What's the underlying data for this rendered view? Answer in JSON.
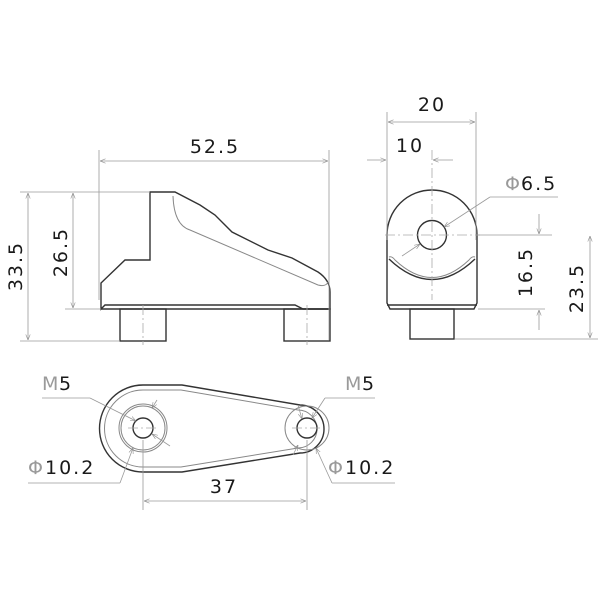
{
  "drawing": {
    "type": "technical-dimension-drawing",
    "units": "mm",
    "front_view": {
      "overall_length": "52.5",
      "overall_height": "33.5",
      "body_height": "26.5"
    },
    "side_view": {
      "width": "20",
      "half_width": "10",
      "hole_diameter": "Φ6.5",
      "hole_center_to_body_bottom": "16.5",
      "hole_center_to_stud_bottom": "23.5"
    },
    "top_view": {
      "thread_left": "M5",
      "thread_right": "M5",
      "boss_diameter_left": "Φ10.2",
      "boss_diameter_right": "Φ10.2",
      "stud_spacing": "37"
    }
  },
  "labels": {
    "dim_52_5": "52.5",
    "dim_33_5": "33.5",
    "dim_26_5": "26.5",
    "dim_20": "20",
    "dim_10": "10",
    "dim_phi_6_5_sym": "Φ",
    "dim_phi_6_5_val": "6.5",
    "dim_16_5": "16.5",
    "dim_23_5": "23.5",
    "m5_left_m": "M",
    "m5_left_n": "5",
    "m5_right_m": "M",
    "m5_right_n": "5",
    "phi_left_sym": "Φ",
    "phi_left_val": "10.2",
    "phi_right_sym": "Φ",
    "phi_right_val": "10.2",
    "dim_37": "37"
  }
}
